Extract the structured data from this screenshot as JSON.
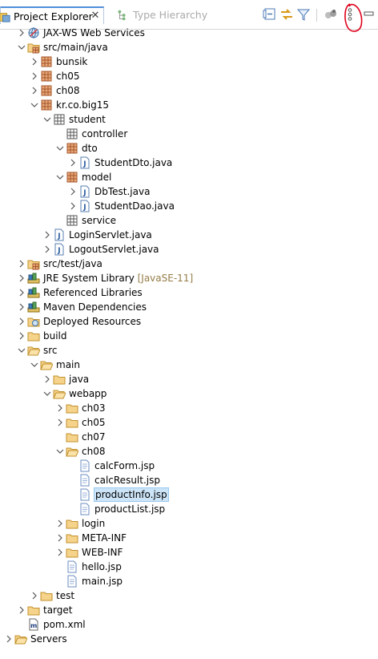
{
  "tabs": {
    "active_label": "Project Explorer",
    "inactive_label": "Type Hierarchy"
  },
  "toolbar": {
    "buttons": [
      "collapse-all",
      "link-with-editor",
      "filter",
      "focus-on-active-task",
      "view-menu",
      "minimize"
    ]
  },
  "tree": {
    "rows": [
      {
        "depth": 0,
        "exp": "c",
        "icon": "web-services",
        "label": "JAX-WS Web Services"
      },
      {
        "depth": 0,
        "exp": "e",
        "icon": "source-folder",
        "label": "src/main/java"
      },
      {
        "depth": 1,
        "exp": "c",
        "icon": "package",
        "label": "bunsik"
      },
      {
        "depth": 1,
        "exp": "c",
        "icon": "package",
        "label": "ch05"
      },
      {
        "depth": 1,
        "exp": "c",
        "icon": "package",
        "label": "ch08"
      },
      {
        "depth": 1,
        "exp": "e",
        "icon": "package",
        "label": "kr.co.big15"
      },
      {
        "depth": 2,
        "exp": "e",
        "icon": "package-empty",
        "label": "student"
      },
      {
        "depth": 3,
        "exp": "n",
        "icon": "package-empty",
        "label": "controller"
      },
      {
        "depth": 3,
        "exp": "e",
        "icon": "package",
        "label": "dto"
      },
      {
        "depth": 4,
        "exp": "c",
        "icon": "java-file",
        "label": "StudentDto.java"
      },
      {
        "depth": 3,
        "exp": "e",
        "icon": "package",
        "label": "model"
      },
      {
        "depth": 4,
        "exp": "c",
        "icon": "java-file",
        "label": "DbTest.java"
      },
      {
        "depth": 4,
        "exp": "c",
        "icon": "java-file",
        "label": "StudentDao.java"
      },
      {
        "depth": 3,
        "exp": "n",
        "icon": "package-empty",
        "label": "service"
      },
      {
        "depth": 2,
        "exp": "c",
        "icon": "java-file",
        "label": "LoginServlet.java"
      },
      {
        "depth": 2,
        "exp": "c",
        "icon": "java-file",
        "label": "LogoutServlet.java"
      },
      {
        "depth": 0,
        "exp": "c",
        "icon": "source-folder",
        "label": "src/test/java"
      },
      {
        "depth": 0,
        "exp": "c",
        "icon": "library",
        "label": "JRE System Library",
        "deco": "[JavaSE-11]"
      },
      {
        "depth": 0,
        "exp": "c",
        "icon": "library",
        "label": "Referenced Libraries"
      },
      {
        "depth": 0,
        "exp": "c",
        "icon": "library",
        "label": "Maven Dependencies"
      },
      {
        "depth": 0,
        "exp": "c",
        "icon": "deployed-resources",
        "label": "Deployed Resources"
      },
      {
        "depth": 0,
        "exp": "c",
        "icon": "folder",
        "label": "build"
      },
      {
        "depth": 0,
        "exp": "e",
        "icon": "folder-open",
        "label": "src"
      },
      {
        "depth": 1,
        "exp": "e",
        "icon": "folder-open",
        "label": "main"
      },
      {
        "depth": 2,
        "exp": "c",
        "icon": "folder",
        "label": "java"
      },
      {
        "depth": 2,
        "exp": "e",
        "icon": "folder-open",
        "label": "webapp"
      },
      {
        "depth": 3,
        "exp": "c",
        "icon": "folder",
        "label": "ch03"
      },
      {
        "depth": 3,
        "exp": "c",
        "icon": "folder",
        "label": "ch05"
      },
      {
        "depth": 3,
        "exp": "n",
        "icon": "folder",
        "label": "ch07"
      },
      {
        "depth": 3,
        "exp": "e",
        "icon": "folder-open",
        "label": "ch08"
      },
      {
        "depth": 4,
        "exp": "n",
        "icon": "jsp-file",
        "label": "calcForm.jsp"
      },
      {
        "depth": 4,
        "exp": "n",
        "icon": "jsp-file",
        "label": "calcResult.jsp"
      },
      {
        "depth": 4,
        "exp": "n",
        "icon": "jsp-file",
        "label": "productInfo.jsp",
        "selected": true
      },
      {
        "depth": 4,
        "exp": "n",
        "icon": "jsp-file",
        "label": "productList.jsp"
      },
      {
        "depth": 3,
        "exp": "c",
        "icon": "folder",
        "label": "login"
      },
      {
        "depth": 3,
        "exp": "c",
        "icon": "folder",
        "label": "META-INF"
      },
      {
        "depth": 3,
        "exp": "c",
        "icon": "folder",
        "label": "WEB-INF"
      },
      {
        "depth": 3,
        "exp": "n",
        "icon": "jsp-file",
        "label": "hello.jsp"
      },
      {
        "depth": 3,
        "exp": "n",
        "icon": "jsp-file",
        "label": "main.jsp"
      },
      {
        "depth": 1,
        "exp": "c",
        "icon": "folder",
        "label": "test"
      },
      {
        "depth": 0,
        "exp": "c",
        "icon": "folder",
        "label": "target"
      },
      {
        "depth": 0,
        "exp": "n",
        "icon": "maven-pom",
        "label": "pom.xml"
      },
      {
        "depth": -1,
        "exp": "c",
        "icon": "folder-open",
        "label": "Servers"
      }
    ]
  },
  "colors": {
    "selection": "#cce4f7",
    "annotation_red": "#e0001a",
    "tab_accent": "#4f8fd8",
    "decoration": "#957d47"
  }
}
